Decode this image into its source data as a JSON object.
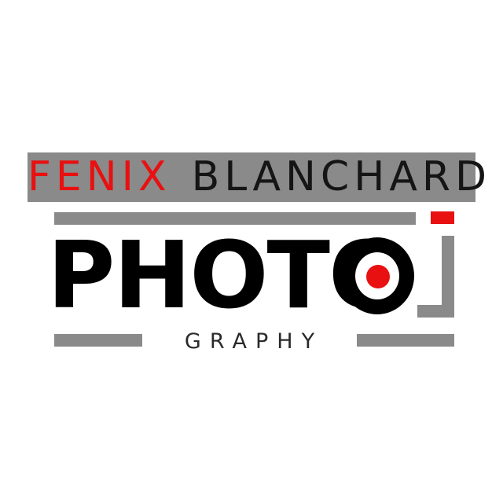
{
  "logo": {
    "first_name": "FENIX",
    "last_name": "BLANCHARD",
    "main_word": "PHOTO",
    "sub_word": "GRAPHY"
  },
  "colors": {
    "accent": "#e81010",
    "bar_gray": "#8a8a8a",
    "text_dark": "#000000",
    "background": "#ffffff"
  },
  "icons": {
    "lens": "camera-lens-icon"
  }
}
